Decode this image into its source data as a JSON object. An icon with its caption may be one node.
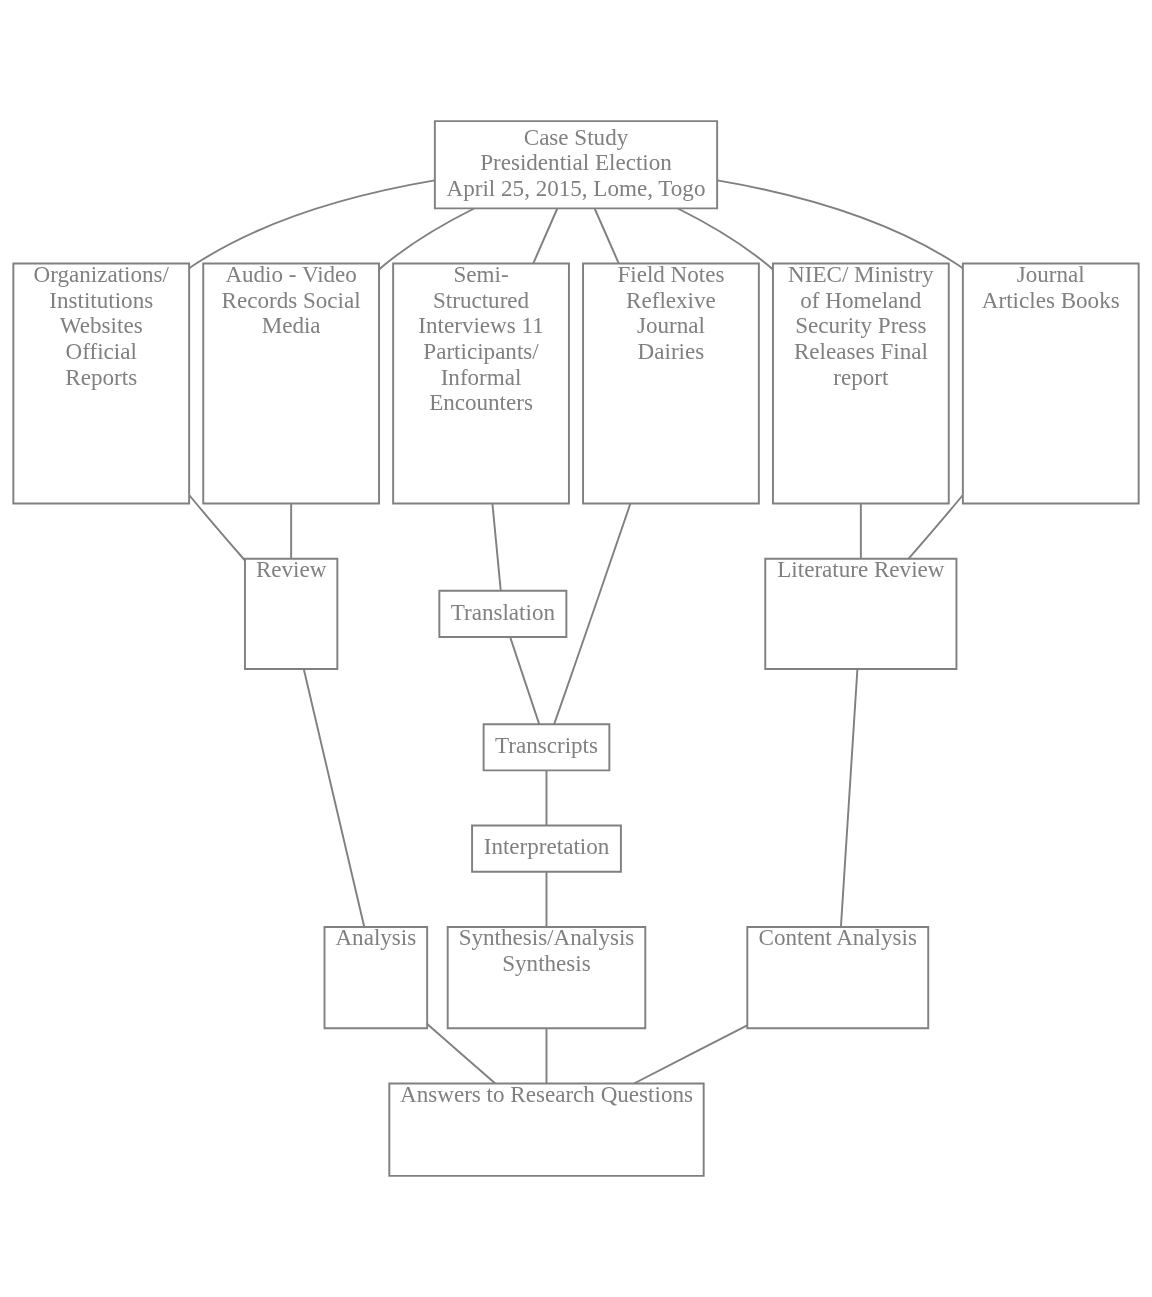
{
  "diagram": {
    "nodes": [
      {
        "text": [
          "Case Study",
          "Presidential Election",
          "April 25, 2015, Lome, Togo"
        ]
      },
      {
        "text": [
          "Organizations/ Institutions Websites Official Reports"
        ]
      },
      {
        "text": [
          "Audio - Video Records Social Media"
        ]
      },
      {
        "text": [
          "Semi-Structured Interviews 11 Participants/ Informal Encounters"
        ]
      },
      {
        "text": [
          "Field Notes Reflexive Journal Dairies"
        ]
      },
      {
        "text": [
          "NIEC/ Ministry of Homeland Security Press Releases Final report"
        ]
      },
      {
        "text": [
          "Journal Articles Books"
        ]
      },
      {
        "text": [
          "Review"
        ]
      },
      {
        "text": [
          "Translation"
        ]
      },
      {
        "text": [
          "Transcripts"
        ]
      },
      {
        "text": [
          "Interpretation"
        ]
      },
      {
        "text": [
          "Literature Review"
        ]
      },
      {
        "text": [
          "Analysis"
        ]
      },
      {
        "text": [
          "Synthesis/Analysis",
          "Synthesis"
        ]
      },
      {
        "text": [
          "Content Analysis"
        ]
      },
      {
        "text": [
          "Answers to Research Questions"
        ]
      }
    ],
    "edges": [
      {
        "from": 0,
        "to": 1,
        "arrow": "none"
      },
      {
        "from": 0,
        "to": 2,
        "arrow": "none"
      },
      {
        "from": 0,
        "to": 3,
        "arrow": "none"
      },
      {
        "from": 0,
        "to": 4,
        "arrow": "none"
      },
      {
        "from": 0,
        "to": 5,
        "arrow": "none"
      },
      {
        "from": 0,
        "to": 6,
        "arrow": "none"
      },
      {
        "from": 1,
        "to": 7,
        "arrow": "none"
      },
      {
        "from": 2,
        "to": 7,
        "arrow": "none"
      },
      {
        "from": 3,
        "to": 8,
        "arrow": "none"
      },
      {
        "from": 4,
        "to": 9,
        "arrow": "none"
      },
      {
        "from": 5,
        "to": 11,
        "arrow": "none"
      },
      {
        "from": 6,
        "to": 11,
        "arrow": "none"
      },
      {
        "from": 8,
        "to": 9,
        "arrow": "none"
      },
      {
        "from": 9,
        "to": 10,
        "arrow": "none"
      },
      {
        "from": 7,
        "to": 12,
        "arrow": "none"
      },
      {
        "from": 10,
        "to": 13,
        "arrow": "none"
      },
      {
        "from": 11,
        "to": 14,
        "arrow": "none"
      },
      {
        "from": 12,
        "to": 15,
        "arrow": "none"
      },
      {
        "from": 13,
        "to": 15,
        "arrow": "none"
      },
      {
        "from": 14,
        "to": 15,
        "arrow": "none"
      }
    ]
  }
}
